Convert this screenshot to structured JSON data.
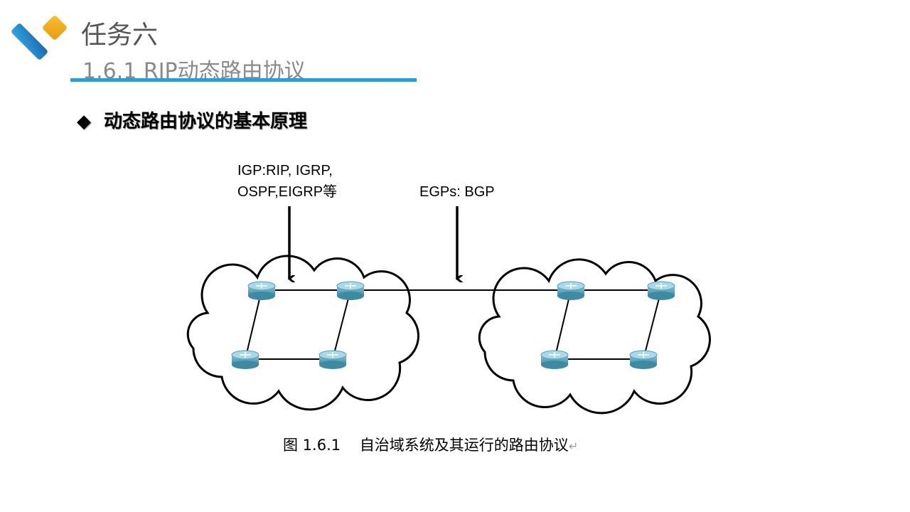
{
  "header": {
    "title": "任务六",
    "subtitle": "1.6.1 RIP动态路由协议"
  },
  "bullet": {
    "marker": "◆",
    "text": "动态路由协议的基本原理"
  },
  "diagram": {
    "igp_label_line1": "IGP:RIP, IGRP,",
    "igp_label_line2": "OSPF,EIGRP等",
    "egp_label": "EGPs: BGP"
  },
  "caption": {
    "number": "图 1.6.1",
    "text": "自治域系统及其运行的路由协议",
    "return_mark": "↵"
  },
  "colors": {
    "accent_blue": "#2e9bd6",
    "accent_yellow": "#f0b020",
    "router": "#5a9fb5"
  }
}
